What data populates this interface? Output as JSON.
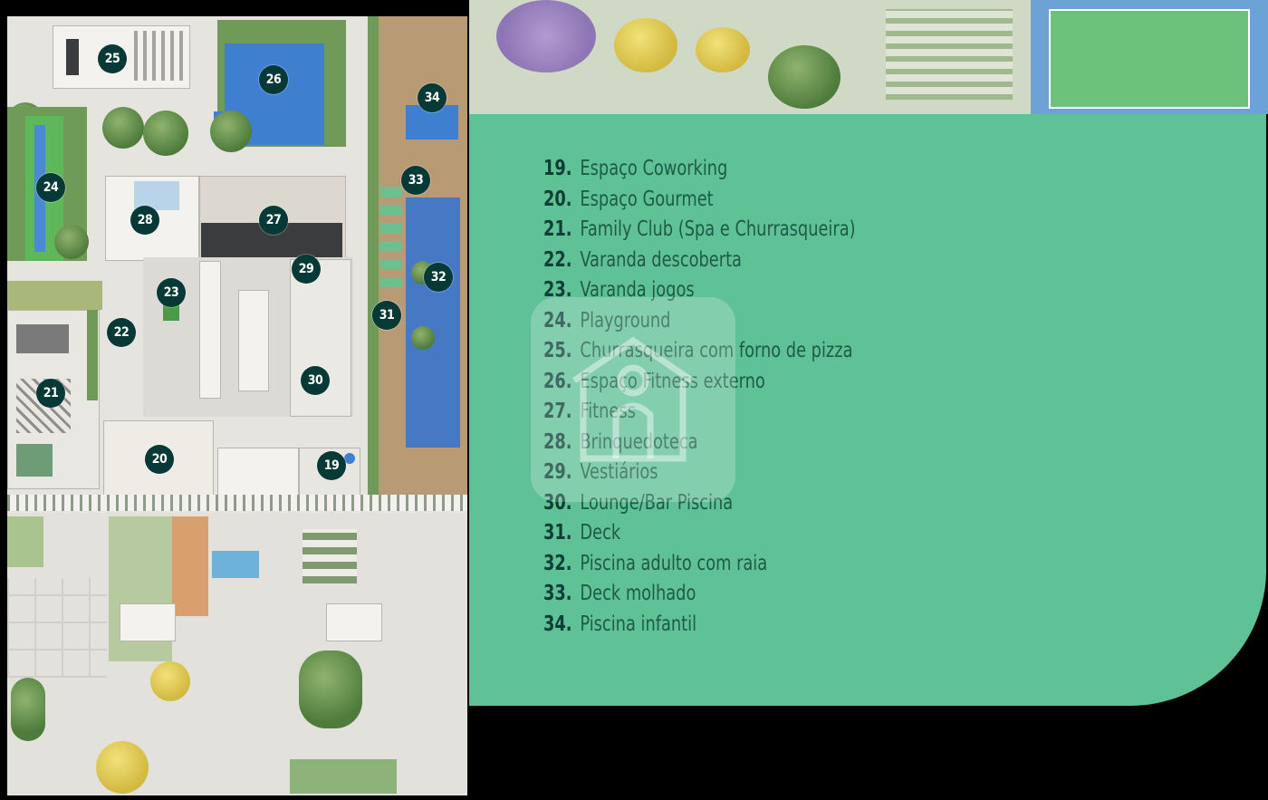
{
  "legend": [
    {
      "num": "19.",
      "label": "Espaço Coworking"
    },
    {
      "num": "20.",
      "label": "Espaço Gourmet"
    },
    {
      "num": "21.",
      "label": "Family Club (Spa e Churrasqueira)"
    },
    {
      "num": "22.",
      "label": "Varanda descoberta"
    },
    {
      "num": "23.",
      "label": "Varanda jogos"
    },
    {
      "num": "24.",
      "label": "Playground"
    },
    {
      "num": "25.",
      "label": "Churrasqueira com forno de pizza"
    },
    {
      "num": "26.",
      "label": "Espaço Fitness externo"
    },
    {
      "num": "27.",
      "label": "Fitness"
    },
    {
      "num": "28.",
      "label": "Brinquedoteca"
    },
    {
      "num": "29.",
      "label": "Vestiários"
    },
    {
      "num": "30.",
      "label": "Lounge/Bar Piscina"
    },
    {
      "num": "31.",
      "label": "Deck"
    },
    {
      "num": "32.",
      "label": "Piscina adulto com raia"
    },
    {
      "num": "33.",
      "label": "Deck molhado"
    },
    {
      "num": "34.",
      "label": "Piscina infantil"
    }
  ],
  "markers": [
    "19",
    "20",
    "21",
    "22",
    "23",
    "24",
    "25",
    "26",
    "27",
    "28",
    "29",
    "30",
    "31",
    "32",
    "33",
    "34"
  ],
  "watermark": {
    "icon": "house-icon"
  },
  "colors": {
    "panel": "#5fc196",
    "marker": "#073a36",
    "pool": "#3f7fd0",
    "background": "#000000"
  }
}
